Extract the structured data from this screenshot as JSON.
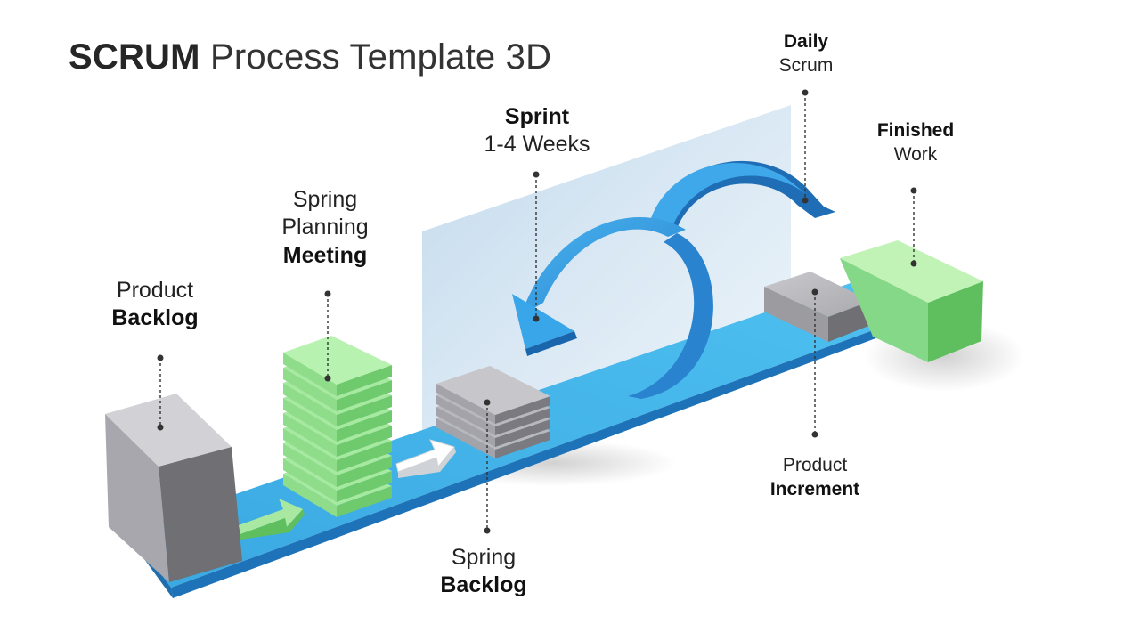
{
  "title": {
    "bold": "SCRUM",
    "rest": " Process Template 3D"
  },
  "labels": {
    "product_backlog": {
      "line1": "Product",
      "line2": "Backlog"
    },
    "planning_meeting": {
      "line1": "Spring",
      "line2": "Planning",
      "line3": "Meeting"
    },
    "sprint": {
      "line1": "Sprint",
      "line2": "1-4 Weeks"
    },
    "daily_scrum": {
      "line1": "Daily",
      "line2": "Scrum"
    },
    "finished_work": {
      "line1": "Finished",
      "line2": "Work"
    },
    "spring_backlog": {
      "line1": "Spring",
      "line2": "Backlog"
    },
    "product_increment": {
      "line1": "Product",
      "line2": "Increment"
    }
  },
  "colors": {
    "belt_blue": "#3bb0e6",
    "arrow_blue": "#2f97dc",
    "stack_green": "#9fe59a",
    "finished_green": "#6ccc6a",
    "block_gray": "#a5a5ab",
    "panel_blue": "#9ec3df"
  }
}
